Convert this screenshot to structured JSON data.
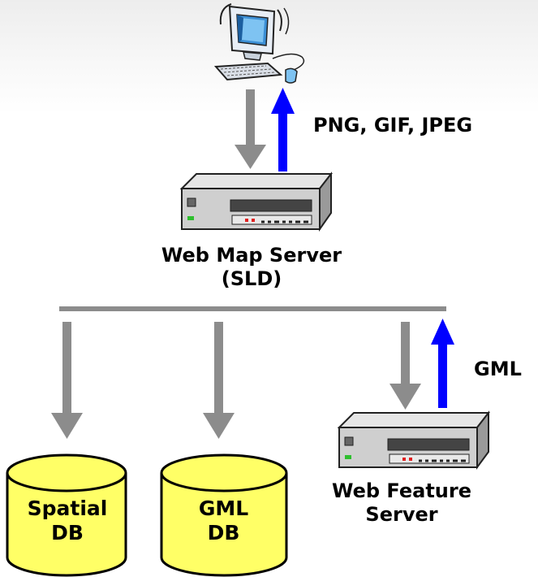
{
  "diagram": {
    "image_formats_label": "PNG, GIF, JPEG",
    "web_map_server": {
      "name": "Web Map Server",
      "subtitle": "(SLD)"
    },
    "gml_arrow_label": "GML",
    "web_feature_server": {
      "name_line1": "Web Feature",
      "name_line2": "Server"
    },
    "databases": [
      {
        "line1": "Spatial",
        "line2": "DB"
      },
      {
        "line1": "GML",
        "line2": "DB"
      }
    ],
    "colors": {
      "request_arrow": "#8c8c8c",
      "response_arrow": "#0000ff",
      "database_fill": "#ffff66",
      "server_body": "#cfcfcf",
      "bus_line": "#8c8c8c"
    },
    "icons": [
      "client-computer-icon",
      "server-icon",
      "database-icon"
    ]
  }
}
